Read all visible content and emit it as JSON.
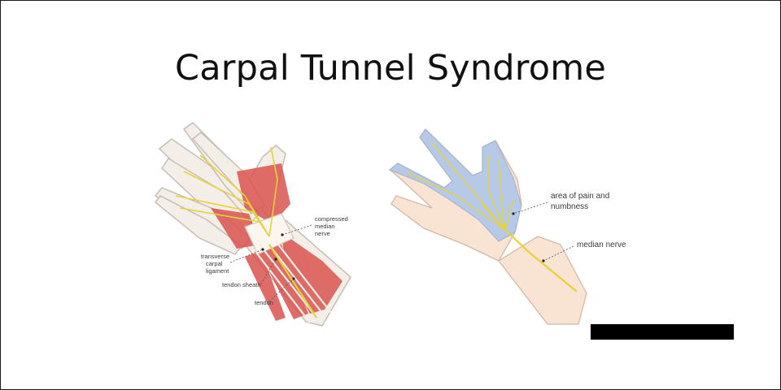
{
  "title": "Carpal Tunnel Syndrome",
  "left_diagram": {
    "labels": {
      "compressed_median_nerve": [
        "compressed",
        "median",
        "nerve"
      ],
      "transverse_carpal_ligament": [
        "transverse",
        "carpal",
        "ligament"
      ],
      "tendon_sheath": "tendon sheath",
      "tendon": "tendon"
    }
  },
  "right_diagram": {
    "labels": {
      "area_of_pain": [
        "area of pain and",
        "numbness"
      ],
      "median_nerve": "median nerve"
    }
  },
  "colors": {
    "muscle": "#d9534f",
    "skin": "#f9e3d3",
    "numb_area": "#b6c9e6",
    "nerve": "#e8d23a",
    "tendon": "#f3efe8",
    "redaction": "#000000"
  }
}
